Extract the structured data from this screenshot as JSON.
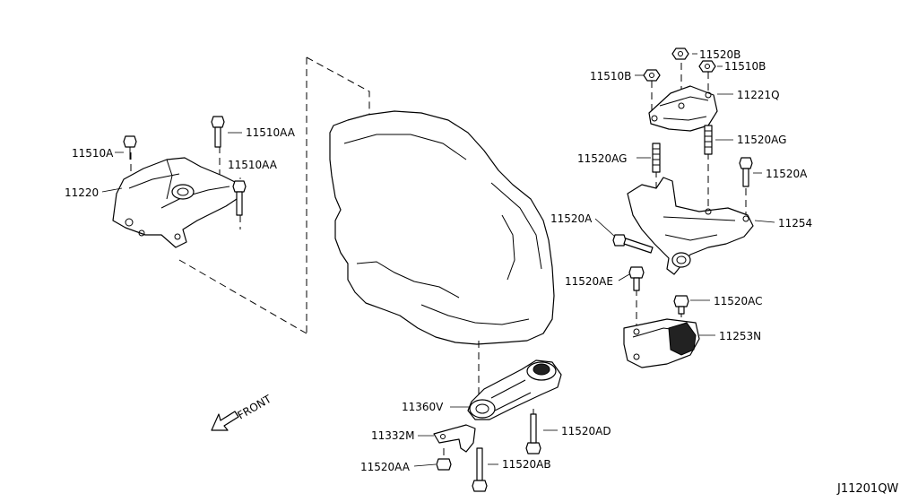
{
  "diagram": {
    "front_label": "FRONT",
    "diagram_code": "J11201QW",
    "parts": {
      "p11510A": "11510A",
      "p11220": "11220",
      "p11510AA_1": "11510AA",
      "p11510AA_2": "11510AA",
      "p11520B": "11520B",
      "p11510B_1": "11510B",
      "p11510B_2": "11510B",
      "p11221Q": "11221Q",
      "p11520AG_1": "11520AG",
      "p11520AG_2": "11520AG",
      "p11520A_1": "11520A",
      "p11520A_2": "11520A",
      "p11254": "11254",
      "p11520AE": "11520AE",
      "p11520AC": "11520AC",
      "p11253N": "11253N",
      "p11360V": "11360V",
      "p11332M": "11332M",
      "p11520AD": "11520AD",
      "p11520AA": "11520AA",
      "p11520AB": "11520AB"
    }
  }
}
